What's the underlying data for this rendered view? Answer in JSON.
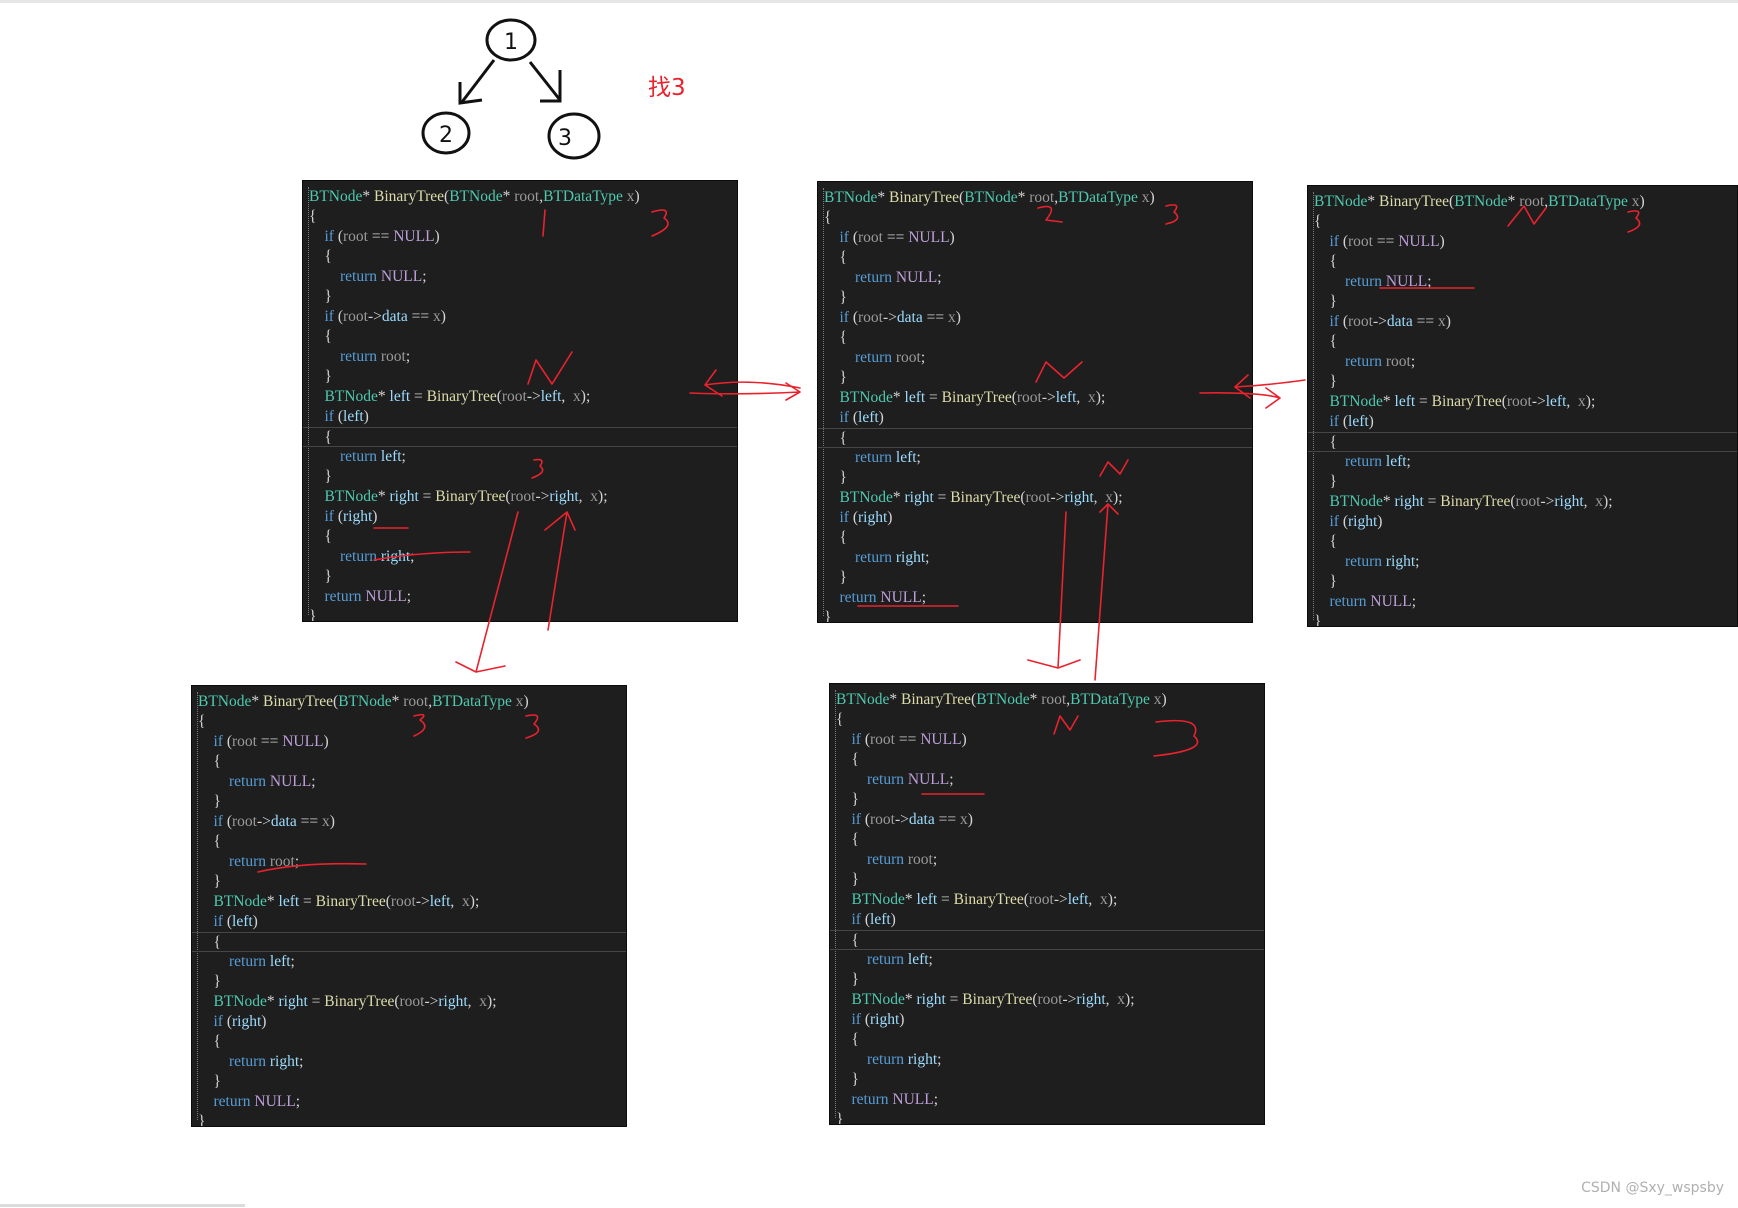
{
  "tree": {
    "nodes": [
      {
        "id": "1",
        "label": "1"
      },
      {
        "id": "2",
        "label": "2"
      },
      {
        "id": "3",
        "label": "3"
      }
    ],
    "edges": [
      {
        "from": "1",
        "to": "2"
      },
      {
        "from": "1",
        "to": "3"
      }
    ]
  },
  "annotation": {
    "find_label": "找3",
    "color": "#e8232e"
  },
  "code": {
    "lines": [
      [
        [
          "BTNode",
          "type"
        ],
        [
          "* ",
          "plain"
        ],
        [
          "BinaryTree",
          "fn"
        ],
        [
          "(",
          "plain"
        ],
        [
          "BTNode",
          "type"
        ],
        [
          "* ",
          "plain"
        ],
        [
          "root",
          "param"
        ],
        [
          ",",
          "plain"
        ],
        [
          "BTDataType",
          "type"
        ],
        [
          " x",
          "param"
        ],
        [
          ")",
          "plain"
        ]
      ],
      [
        [
          "{",
          "plain"
        ]
      ],
      [
        [
          "    ",
          "plain"
        ],
        [
          "if",
          "kw"
        ],
        [
          " (",
          "plain"
        ],
        [
          "root",
          "param"
        ],
        [
          " == ",
          "plain"
        ],
        [
          "NULL",
          "macro"
        ],
        [
          ")",
          "plain"
        ]
      ],
      [
        [
          "    {",
          "plain"
        ]
      ],
      [
        [
          "        ",
          "plain"
        ],
        [
          "return",
          "kw"
        ],
        [
          " ",
          "plain"
        ],
        [
          "NULL",
          "macro"
        ],
        [
          ";",
          "plain"
        ]
      ],
      [
        [
          "    }",
          "plain"
        ]
      ],
      [
        [
          "    ",
          "plain"
        ],
        [
          "if",
          "kw"
        ],
        [
          " (",
          "plain"
        ],
        [
          "root",
          "param"
        ],
        [
          "->",
          "plain"
        ],
        [
          "data",
          "var"
        ],
        [
          " == ",
          "plain"
        ],
        [
          "x",
          "param"
        ],
        [
          ")",
          "plain"
        ]
      ],
      [
        [
          "    {",
          "plain"
        ]
      ],
      [
        [
          "        ",
          "plain"
        ],
        [
          "return",
          "kw"
        ],
        [
          " ",
          "plain"
        ],
        [
          "root",
          "param"
        ],
        [
          ";",
          "plain"
        ]
      ],
      [
        [
          "    }",
          "plain"
        ]
      ],
      [
        [
          "    ",
          "plain"
        ],
        [
          "BTNode",
          "type"
        ],
        [
          "* ",
          "plain"
        ],
        [
          "left",
          "var"
        ],
        [
          " = ",
          "plain"
        ],
        [
          "BinaryTree",
          "fn"
        ],
        [
          "(",
          "plain"
        ],
        [
          "root",
          "param"
        ],
        [
          "->",
          "plain"
        ],
        [
          "left",
          "var"
        ],
        [
          ",  ",
          "plain"
        ],
        [
          "x",
          "param"
        ],
        [
          ");",
          "plain"
        ]
      ],
      [
        [
          "    ",
          "plain"
        ],
        [
          "if",
          "kw"
        ],
        [
          " (",
          "plain"
        ],
        [
          "left",
          "var"
        ],
        [
          ")",
          "plain"
        ]
      ],
      [
        [
          "    {",
          "plain"
        ]
      ],
      [
        [
          "        ",
          "plain"
        ],
        [
          "return",
          "kw"
        ],
        [
          " ",
          "plain"
        ],
        [
          "left",
          "var"
        ],
        [
          ";",
          "plain"
        ]
      ],
      [
        [
          "    }",
          "plain"
        ]
      ],
      [
        [
          "    ",
          "plain"
        ],
        [
          "BTNode",
          "type"
        ],
        [
          "* ",
          "plain"
        ],
        [
          "right",
          "var"
        ],
        [
          " = ",
          "plain"
        ],
        [
          "BinaryTree",
          "fn"
        ],
        [
          "(",
          "plain"
        ],
        [
          "root",
          "param"
        ],
        [
          "->",
          "plain"
        ],
        [
          "right",
          "var"
        ],
        [
          ",  ",
          "plain"
        ],
        [
          "x",
          "param"
        ],
        [
          ");",
          "plain"
        ]
      ],
      [
        [
          "    ",
          "plain"
        ],
        [
          "if",
          "kw"
        ],
        [
          " (",
          "plain"
        ],
        [
          "right",
          "var"
        ],
        [
          ")",
          "plain"
        ]
      ],
      [
        [
          "    {",
          "plain"
        ]
      ],
      [
        [
          "        ",
          "plain"
        ],
        [
          "return",
          "kw"
        ],
        [
          " ",
          "plain"
        ],
        [
          "right",
          "var"
        ],
        [
          ";",
          "plain"
        ]
      ],
      [
        [
          "    }",
          "plain"
        ]
      ],
      [
        [
          "    ",
          "plain"
        ],
        [
          "return",
          "kw"
        ],
        [
          " ",
          "plain"
        ],
        [
          "NULL",
          "macro"
        ],
        [
          ";",
          "plain"
        ]
      ],
      [
        [
          "}",
          "plain"
        ]
      ]
    ],
    "selected_line_index": 12
  },
  "panels": [
    {
      "id": "call-root-1",
      "handwritten": [
        "1",
        "3"
      ]
    },
    {
      "id": "call-node-2",
      "handwritten": [
        "2",
        "3"
      ]
    },
    {
      "id": "call-null-left-of-2",
      "handwritten": [
        "N",
        "3"
      ]
    },
    {
      "id": "call-node-3",
      "handwritten": [
        "3",
        "3"
      ]
    },
    {
      "id": "call-null-right-of-2",
      "handwritten": [
        "N",
        "3"
      ]
    }
  ],
  "watermark": "CSDN @Sxy_wspsby"
}
